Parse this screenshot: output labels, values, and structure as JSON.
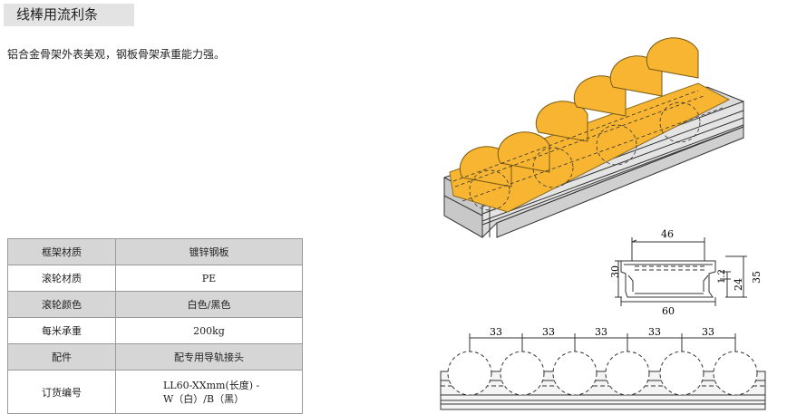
{
  "title": "线棒用流利条",
  "description": "铝合金骨架外表美观，钢板骨架承重能力强。",
  "specs": [
    {
      "key": "框架材质",
      "value": "镀锌钢板"
    },
    {
      "key": "滚轮材质",
      "value": "PE"
    },
    {
      "key": "滚轮颜色",
      "value": "白色/黑色"
    },
    {
      "key": "每米承重",
      "value": "200kg"
    },
    {
      "key": "配件",
      "value": "配专用导轨接头"
    },
    {
      "key": "订货编号",
      "value_line1": "LL60-XXmm(长度) -",
      "value_line2": "W（白）/B（黑）"
    }
  ],
  "section_drawing": {
    "top_width": "46",
    "bottom_width": "60",
    "left_height": "30",
    "right_height": "35",
    "inner_height": "24",
    "step": "1.2"
  },
  "side_drawing": {
    "pitches": [
      "33",
      "33",
      "33",
      "33",
      "33"
    ]
  },
  "colors": {
    "roller": "#f7b531",
    "frame": "#d8d8d8",
    "line": "#333333"
  }
}
